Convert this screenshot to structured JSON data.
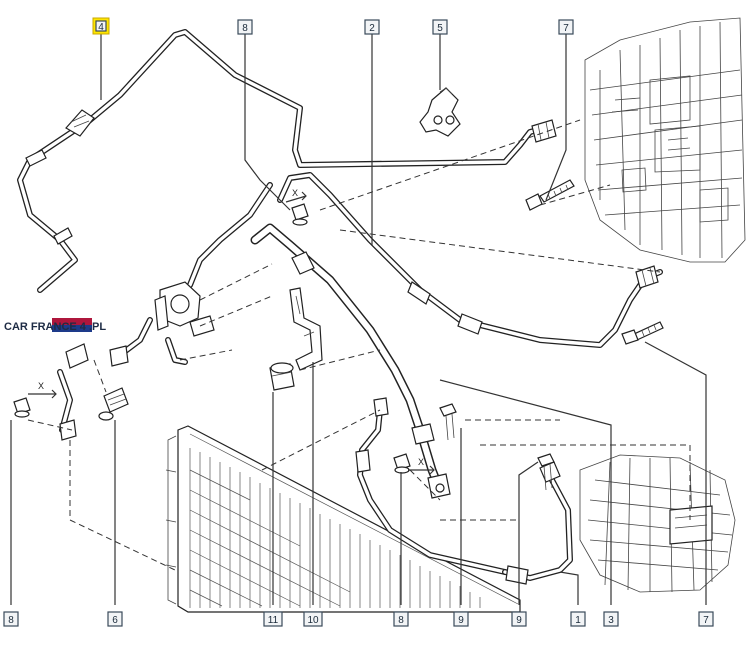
{
  "callouts": [
    {
      "number": "4"
    },
    {
      "number": "8"
    },
    {
      "number": "2"
    },
    {
      "number": "5"
    },
    {
      "number": "7"
    },
    {
      "number": "7"
    },
    {
      "number": "8"
    },
    {
      "number": "6"
    },
    {
      "number": "11"
    },
    {
      "number": "10"
    },
    {
      "number": "8"
    },
    {
      "number": "9"
    },
    {
      "number": "9"
    },
    {
      "number": "1"
    },
    {
      "number": "3"
    }
  ],
  "dimension_labels": [
    "X",
    "X",
    "X"
  ],
  "watermark": "CAR FRANCE 4 .PL",
  "highlight_color": "#ffe600"
}
